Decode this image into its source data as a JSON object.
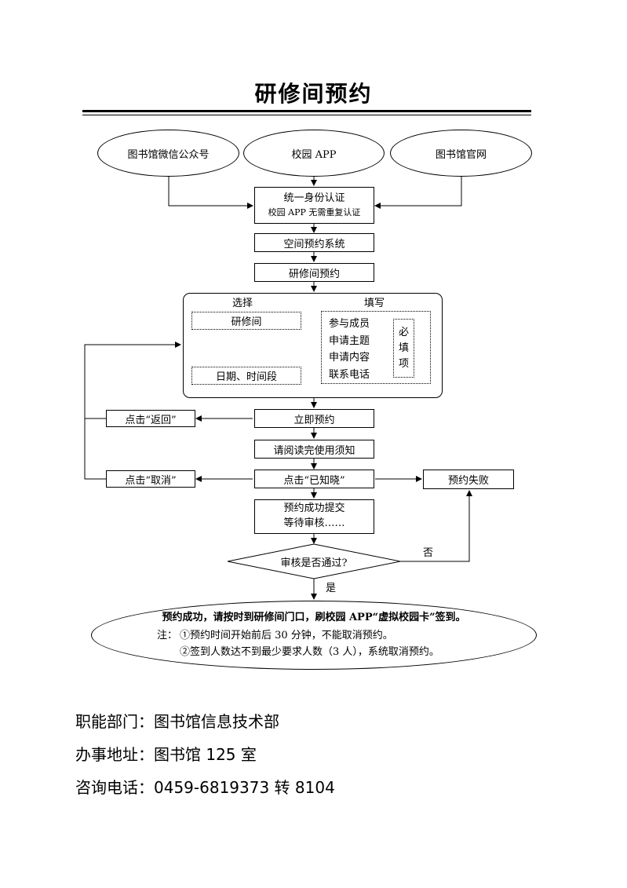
{
  "title": "研修间预约",
  "entry": {
    "wechat": "图书馆微信公众号",
    "app": "校园 APP",
    "website": "图书馆官网"
  },
  "auth": {
    "line1": "统一身份认证",
    "line2": "校园 APP 无需重复认证"
  },
  "space_system": "空间预约系统",
  "room_booking": "研修间预约",
  "panel": {
    "select_label": "选择",
    "fill_label": "填写",
    "room": "研修间",
    "date_time": "日期、时间段",
    "fields": [
      "参与成员",
      "申请主题",
      "申请内容",
      "联系电话"
    ],
    "required": [
      "必",
      "填",
      "项"
    ]
  },
  "book_now": "立即预约",
  "read_notice": "请阅读完使用须知",
  "click_back": "点击“返回”",
  "click_cancel": "点击“取消”",
  "click_know": "点击“已知晓”",
  "fail": "预约失败",
  "submitted": {
    "line1": "预约成功提交",
    "line2": "等待审核……"
  },
  "review": "审核是否通过?",
  "no": "否",
  "yes": "是",
  "final": {
    "main": "预约成功，请按时到研修间门口，刷校园 APP“虚拟校园卡”签到。",
    "note_prefix": "注：",
    "note1": "①预约时间开始前后 30 分钟，不能取消预约。",
    "note2": "②签到人数达不到最少要求人数（3 人），系统取消预约。"
  },
  "footer": {
    "dept": "职能部门：图书馆信息技术部",
    "address": "办事地址：图书馆 125 室",
    "phone": "咨询电话：0459-6819373 转 8104"
  }
}
